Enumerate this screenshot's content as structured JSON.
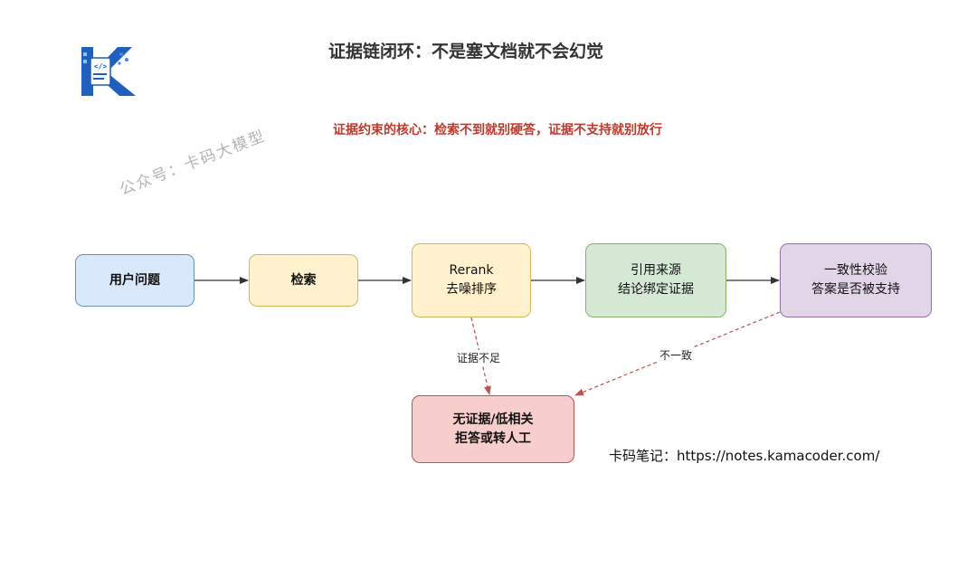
{
  "title": "证据链闭环：不是塞文档就不会幻觉",
  "subtitle": "证据约束的核心：检索不到就别硬答，证据不支持就别放行",
  "watermark": "公众号：卡码大模型",
  "logo": {
    "letter": "K",
    "code_glyph": "</>",
    "colors": {
      "blue": "#1f5fbf",
      "light": "#3b8ee6"
    }
  },
  "nodes": {
    "user_question": {
      "line1": "用户问题",
      "fill": "#dae8fc",
      "stroke": "#6c8ebf"
    },
    "search": {
      "line1": "检索",
      "fill": "#fff2cc",
      "stroke": "#d6b656"
    },
    "rerank": {
      "line1": "Rerank",
      "line2": "去噪排序",
      "fill": "#fff2cc",
      "stroke": "#d6b656"
    },
    "cite": {
      "line1": "引用来源",
      "line2": "结论绑定证据",
      "fill": "#d5e8d4",
      "stroke": "#82b366"
    },
    "verify": {
      "line1": "一致性校验",
      "line2": "答案是否被支持",
      "fill": "#e1d5e7",
      "stroke": "#9673a6"
    },
    "refuse": {
      "line1": "无证据/低相关",
      "line2": "拒答或转人工",
      "fill": "#f8cecc",
      "stroke": "#b85450"
    }
  },
  "edges": {
    "insufficient_label": "证据不足",
    "inconsistent_label": "不一致",
    "dashed_color": "#c0504d"
  },
  "footer": "卡码笔记：https://notes.kamacoder.com/"
}
